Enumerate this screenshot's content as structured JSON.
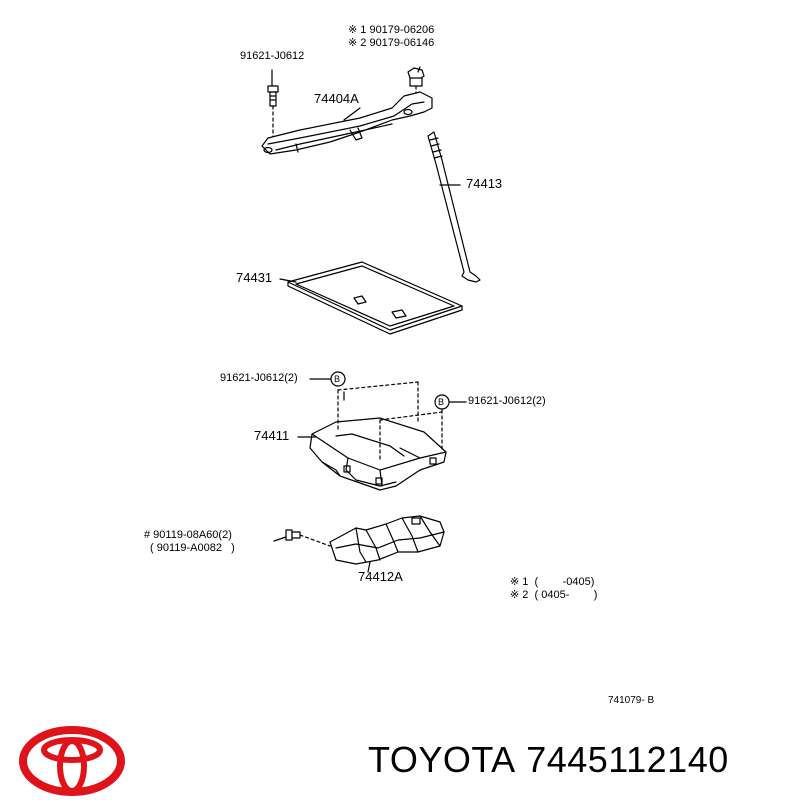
{
  "callouts": {
    "nut_alt1": "※ 1 90179-06206",
    "nut_alt2": "※ 2 90179-06146",
    "bolt_top": "91621-J0612",
    "clamp": "74404A",
    "rod": "74413",
    "tray": "74431",
    "bolt_left": "91621-J0612(2)",
    "bolt_right": "91621-J0612(2)",
    "marker_b_left": "B",
    "marker_b_right": "B",
    "carrier": "74411",
    "bolt_bottom_1": "# 90119-08A60(2)",
    "bolt_bottom_2": "( 90119-A0082   )",
    "bracket": "74412A"
  },
  "footnotes": {
    "note1": "※ 1  (        -0405)",
    "note2": "※ 2  ( 0405-        )"
  },
  "diagram_id": "741079- B",
  "brand": {
    "name": "TOYOTA",
    "part_number": "7445112140",
    "logo_color": "#e0121a"
  }
}
